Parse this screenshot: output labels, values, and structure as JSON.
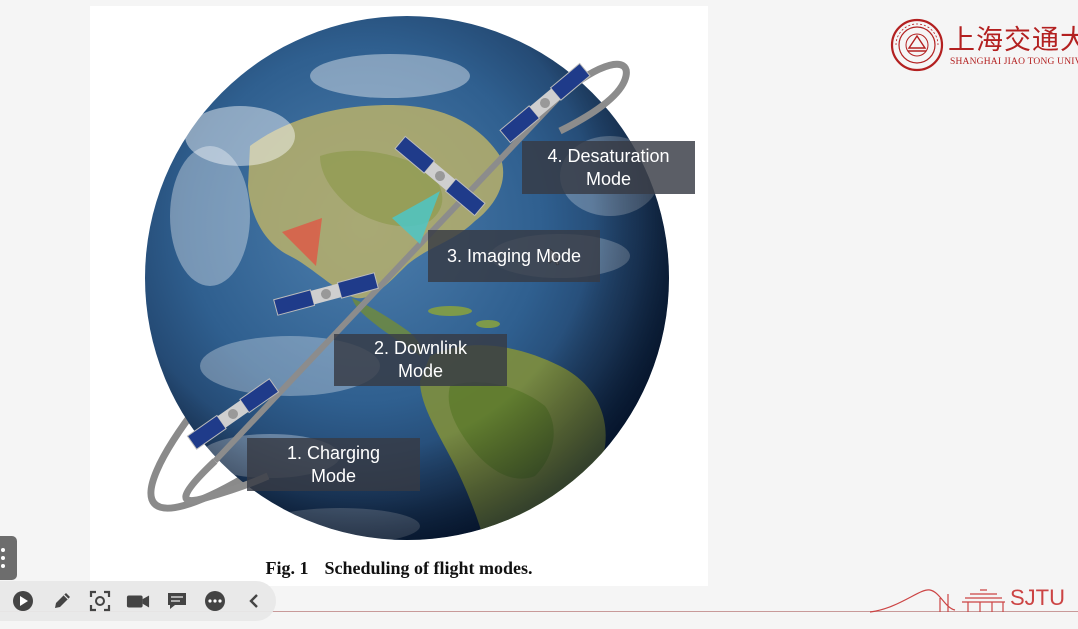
{
  "figure": {
    "labels": {
      "charging": {
        "line1": "1. Charging",
        "line2": "Mode"
      },
      "downlink": {
        "line1": "2. Downlink",
        "line2": "Mode"
      },
      "imaging": {
        "line1": "3. Imaging Mode"
      },
      "desaturation": {
        "line1": "4. Desaturation",
        "line2": "Mode"
      }
    },
    "caption": {
      "number": "Fig. 1",
      "text": "Scheduling of flight modes."
    }
  },
  "logo": {
    "chinese_name": "上海交通大学",
    "english_name": "SHANGHAI JIAO TONG UNIVERSITY",
    "brand_color": "#b32020"
  },
  "footer": {
    "mark_text": "SJTU"
  },
  "toolbar": {
    "icons": [
      "play-icon",
      "pen-icon",
      "screenshot-icon",
      "camera-icon",
      "comment-icon",
      "more-icon",
      "collapse-icon"
    ]
  }
}
